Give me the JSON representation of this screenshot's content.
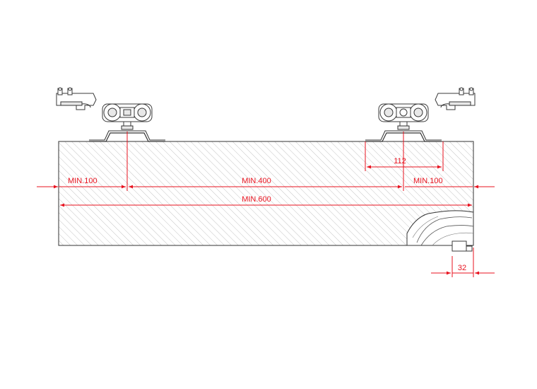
{
  "colors": {
    "dimension": "#e8131f",
    "outline": "#333333",
    "hatch": "#b5b5b5",
    "background": "#ffffff"
  },
  "dimensions": {
    "left_offset": "MIN.100",
    "wheel_spacing": "MIN.400",
    "right_offset": "MIN.100",
    "door_width": "MIN.600",
    "bracket_width": "112",
    "guide_offset": "32"
  }
}
